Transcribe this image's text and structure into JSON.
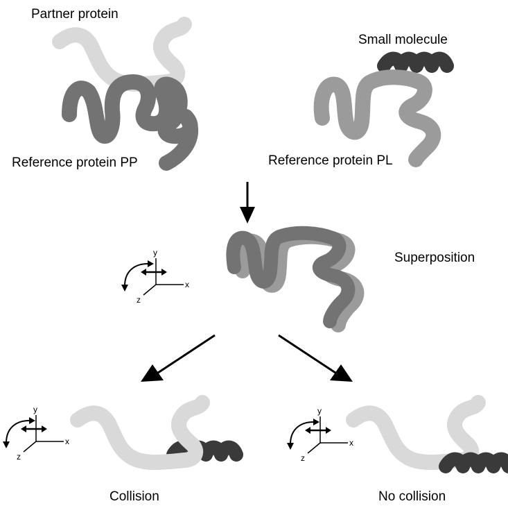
{
  "labels": {
    "partner": "Partner protein",
    "small_molecule": "Small molecule",
    "reference_pp": "Reference protein PP",
    "reference_pl": "Reference protein PL",
    "superposition": "Superposition",
    "collision": "Collision",
    "no_collision": "No collision"
  },
  "axes": {
    "x": "x",
    "y": "y",
    "z": "z"
  },
  "colors": {
    "partner": "#d9d9d9",
    "reference_pp": "#737373",
    "reference_pl": "#9b9b9b",
    "small_molecule": "#3a3a3a",
    "arrow": "#000000"
  }
}
